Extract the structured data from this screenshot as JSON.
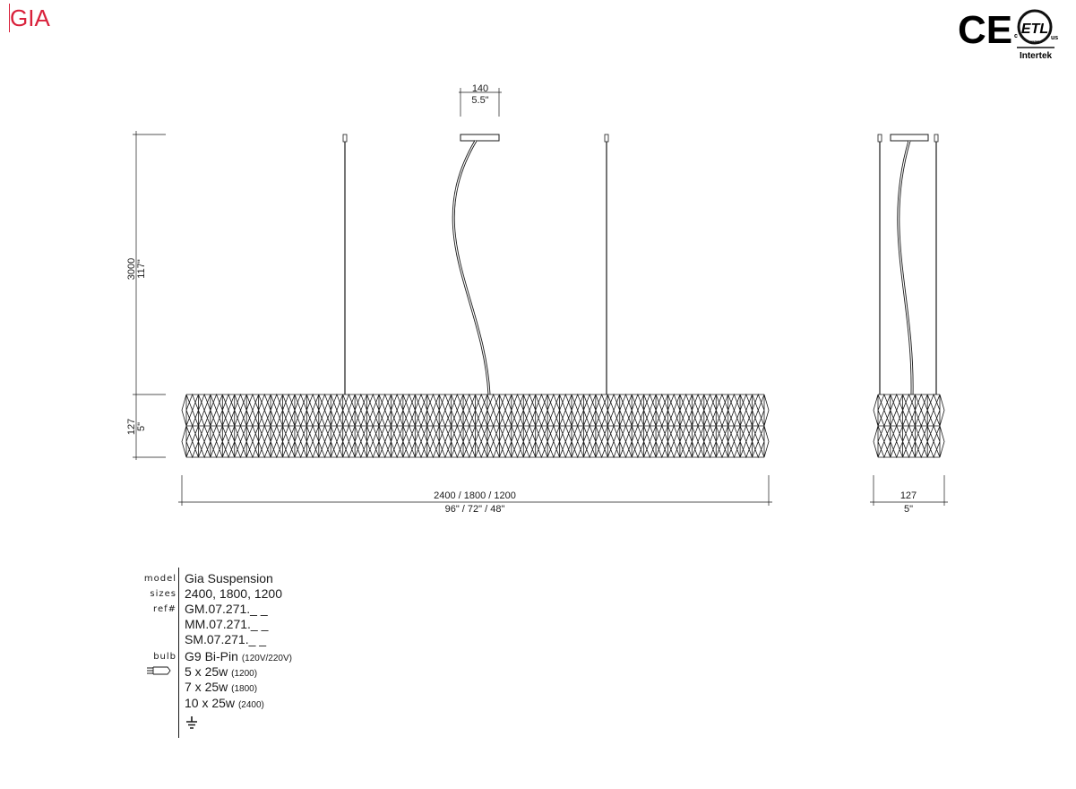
{
  "header": {
    "title": "GIA"
  },
  "certifications": {
    "ce": "CE",
    "etl": "ETL",
    "etl_c": "c",
    "etl_us": "us",
    "etl_listed": "LISTED",
    "intertek": "Intertek"
  },
  "dimensions": {
    "canopy_mm": "140",
    "canopy_in": "5.5\"",
    "height_mm": "3000",
    "height_in": "117\"",
    "body_mm": "127",
    "body_in": "5\"",
    "length_mm": "2400 / 1800 / 1200",
    "length_in": "96\" / 72\" / 48\"",
    "depth_mm": "127",
    "depth_in": "5\""
  },
  "specs": {
    "model_label": "model",
    "model": "Gia Suspension",
    "sizes_label": "sizes",
    "sizes": "2400, 1800, 1200",
    "ref_label": "ref#",
    "refs": [
      "GM.07.271._ _",
      "MM.07.271._ _",
      "SM.07.271._ _"
    ],
    "bulb_label": "bulb",
    "bulb": "G9 Bi-Pin",
    "bulb_voltage": "(120V/220V)",
    "wattages": [
      {
        "w": "5 x 25w",
        "size": "(1200)"
      },
      {
        "w": "7 x 25w",
        "size": "(1800)"
      },
      {
        "w": "10 x 25w",
        "size": "(2400)"
      }
    ]
  }
}
